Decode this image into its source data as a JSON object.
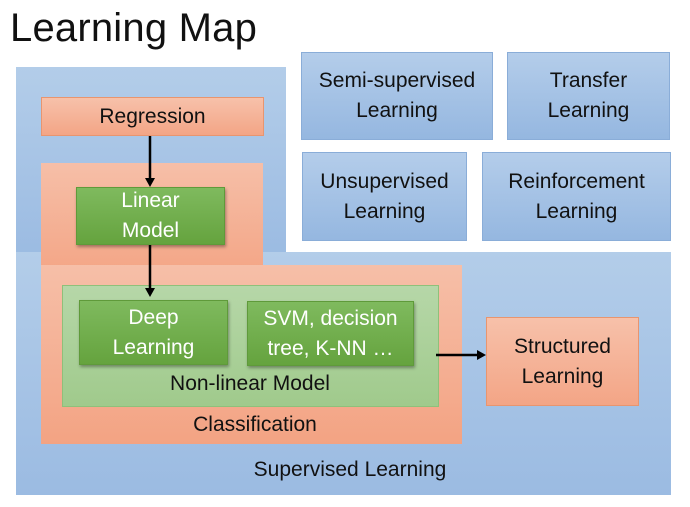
{
  "title": "Learning Map",
  "nodes": {
    "supervised": "Supervised Learning",
    "regression": "Regression",
    "classification": "Classification",
    "linear_model": [
      "Linear",
      "Model"
    ],
    "non_linear_model": "Non-linear Model",
    "deep_learning": [
      "Deep",
      "Learning"
    ],
    "svm": [
      "SVM, decision",
      "tree, K-NN …"
    ],
    "structured": [
      "Structured",
      "Learning"
    ],
    "semi_supervised": [
      "Semi-supervised",
      "Learning"
    ],
    "transfer": [
      "Transfer",
      "Learning"
    ],
    "unsupervised": [
      "Unsupervised",
      "Learning"
    ],
    "reinforcement": [
      "Reinforcement",
      "Learning"
    ]
  },
  "edges": [
    {
      "from": "Regression",
      "to": "Linear Model"
    },
    {
      "from": "Linear Model",
      "to": "Deep Learning"
    },
    {
      "from": "Non-linear Model",
      "to": "Structured Learning"
    }
  ],
  "colors": {
    "supervised": "#9dbde3",
    "classification": "#f4aa8c",
    "linear": "#70ad47",
    "non_linear_region": "#a9d08e"
  }
}
